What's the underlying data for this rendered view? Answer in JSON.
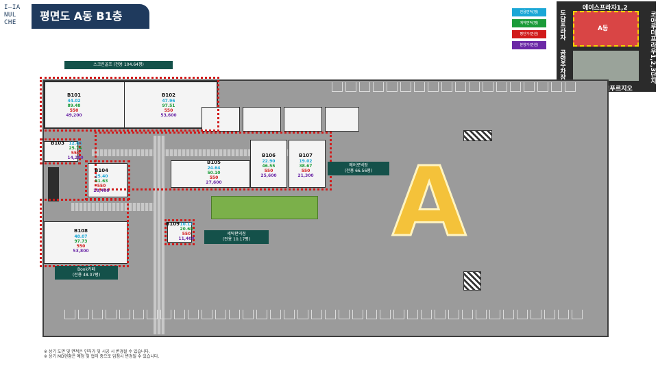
{
  "header": {
    "logo_lines": [
      "I—IA",
      "NUL",
      "CHE"
    ],
    "title": "평면도 A동 B1층"
  },
  "legend": [
    {
      "label": "전용면적(평)",
      "color": "#1aa7d6"
    },
    {
      "label": "계약면적(평)",
      "color": "#1a9b38"
    },
    {
      "label": "평단가(만원)",
      "color": "#d11a1a"
    },
    {
      "label": "분양가(만원)",
      "color": "#6b28a6"
    }
  ],
  "keymap": {
    "top": "에이스프라자1,2",
    "bottom": "대우월드마크푸르지오",
    "left_top": "도담프라자",
    "left_bottom": "공영주차장",
    "right": "코아루더프라우1,2,3단지",
    "block": "A동"
  },
  "tags": {
    "screen_golf": "스크린골프 (전용 104.64평)",
    "aerobics": [
      "에어로빅장",
      "(전용 66.56평)"
    ],
    "laundry": [
      "세탁편의점",
      "(전용 10.17평)"
    ],
    "book_cafe": [
      "Book카페",
      "(전용 48.07평)"
    ]
  },
  "units": [
    {
      "name": "B101",
      "exclusive": "44.02",
      "contract": "89.48",
      "price_per_pyeong": "550",
      "sale_price": "49,200"
    },
    {
      "name": "B102",
      "exclusive": "47.96",
      "contract": "97.51",
      "price_per_pyeong": "550",
      "sale_price": "53,600"
    },
    {
      "name": "B103",
      "exclusive": "12.66",
      "contract": "25.74",
      "price_per_pyeong": "550",
      "sale_price": "14,200"
    },
    {
      "name": "B104",
      "exclusive": "25.40",
      "contract": "51.63",
      "price_per_pyeong": "550",
      "sale_price": "28,400"
    },
    {
      "name": "B105",
      "exclusive": "24.64",
      "contract": "50.10",
      "price_per_pyeong": "550",
      "sale_price": "27,600"
    },
    {
      "name": "B106",
      "exclusive": "22.90",
      "contract": "46.55",
      "price_per_pyeong": "550",
      "sale_price": "25,600"
    },
    {
      "name": "B107",
      "exclusive": "19.02",
      "contract": "38.67",
      "price_per_pyeong": "550",
      "sale_price": "21,300"
    },
    {
      "name": "B108",
      "exclusive": "48.07",
      "contract": "97.73",
      "price_per_pyeong": "550",
      "sale_price": "53,800"
    },
    {
      "name": "B109",
      "exclusive": "10.17",
      "contract": "20.68",
      "price_per_pyeong": "550",
      "sale_price": "11,400"
    }
  ],
  "building_letter": "A",
  "notes": [
    "※ 상기 도면 및 면적은 인허가 및 시공 시 변경될 수 있습니다.",
    "※ 상기 MD현황은 예정 및 협의 중으로 입점시 변경될 수 있습니다."
  ]
}
